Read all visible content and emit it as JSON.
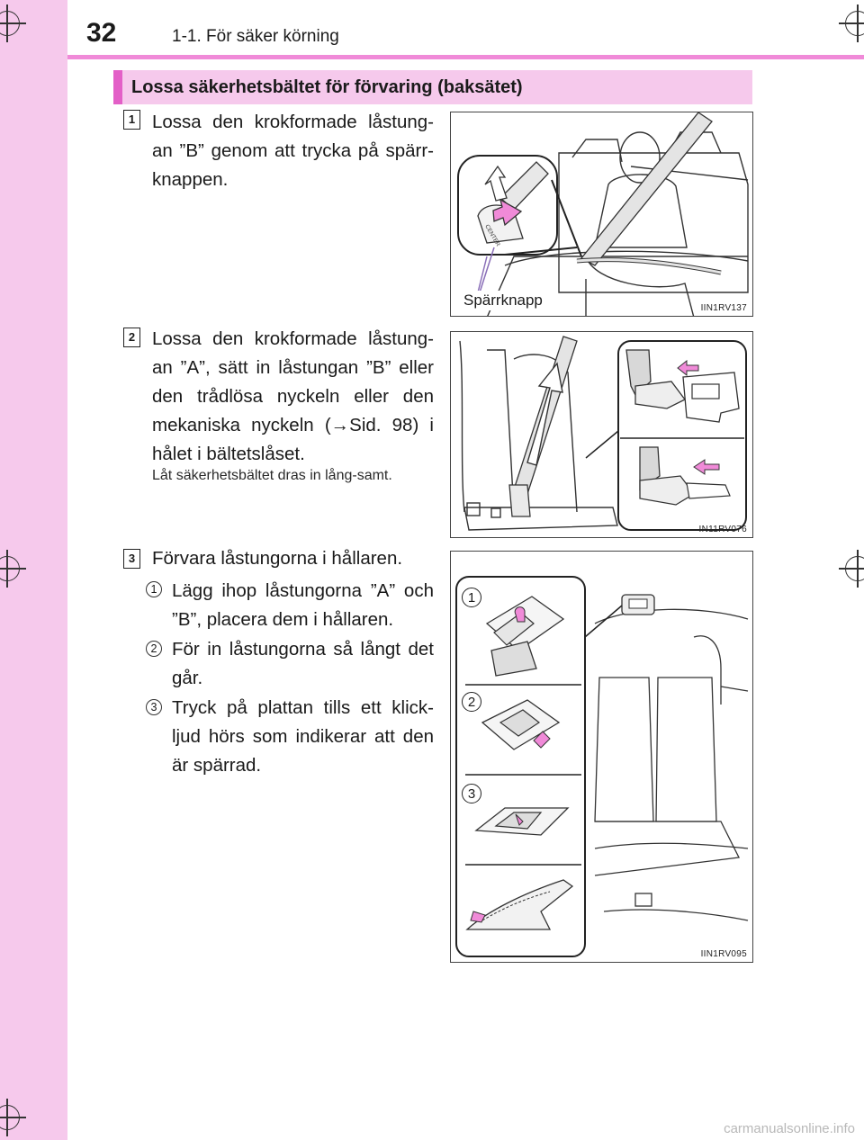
{
  "header": {
    "page_number": "32",
    "section": "1-1. För säker körning"
  },
  "section_title": "Lossa säkerhetsbältet för förvaring (baksätet)",
  "steps": [
    {
      "badge": "1",
      "text": "Lossa den krokformade låstung-an ”B” genom att trycka på spärr-knappen."
    },
    {
      "badge": "2",
      "text": "Lossa den krokformade låstung-an ”A”, sätt in låstungan ”B” eller den trådlösa nyckeln eller den mekaniska nyckeln (→Sid. 98) i hålet i bältetslåset.",
      "note": "Låt säkerhetsbältet dras in lång-samt."
    },
    {
      "badge": "3",
      "text": "Förvara låstungorna i hållaren.",
      "substeps": [
        {
          "num": "1",
          "text": "Lägg ihop låstungorna ”A” och ”B”, placera dem i hållaren."
        },
        {
          "num": "2",
          "text": "För in låstungorna så långt det går."
        },
        {
          "num": "3",
          "text": "Tryck på plattan tills ett klick-ljud hörs som indikerar att den är spärrad."
        }
      ]
    }
  ],
  "figures": [
    {
      "code": "IIN1RV137",
      "callout": "Spärrknapp",
      "small_text": "CENTER"
    },
    {
      "code": "IN11RV076"
    },
    {
      "code": "IIN1RV095",
      "insets": [
        "1",
        "2",
        "3"
      ]
    }
  ],
  "watermark": "carmanualsonline.info",
  "colors": {
    "accent_pink": "#f6c9ec",
    "accent_magenta": "#e35fc7",
    "arrow_pink": "#f08ad8"
  }
}
